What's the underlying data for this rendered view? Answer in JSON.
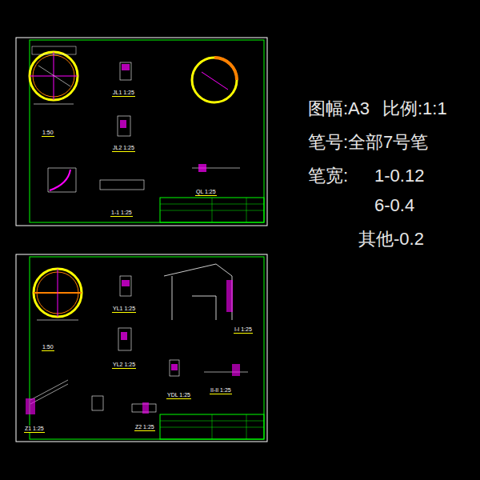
{
  "diagram": {
    "labels": [
      "图幅:A3",
      "比例:1:1",
      "笔号:全部7号笔",
      "笔宽:",
      "1-0.12",
      "6-0.4",
      "其他-0.2",
      "JL1 1:25",
      "JL2 1:25",
      "1-1 1:25",
      "QL 1:25",
      "1:50",
      "YL1 1:25",
      "YL2 1:25",
      "YDL 1:25",
      "II-II 1:25",
      "I-I 1:25",
      "Z1 1:25",
      "Z2 1:25",
      "1:50"
    ]
  }
}
